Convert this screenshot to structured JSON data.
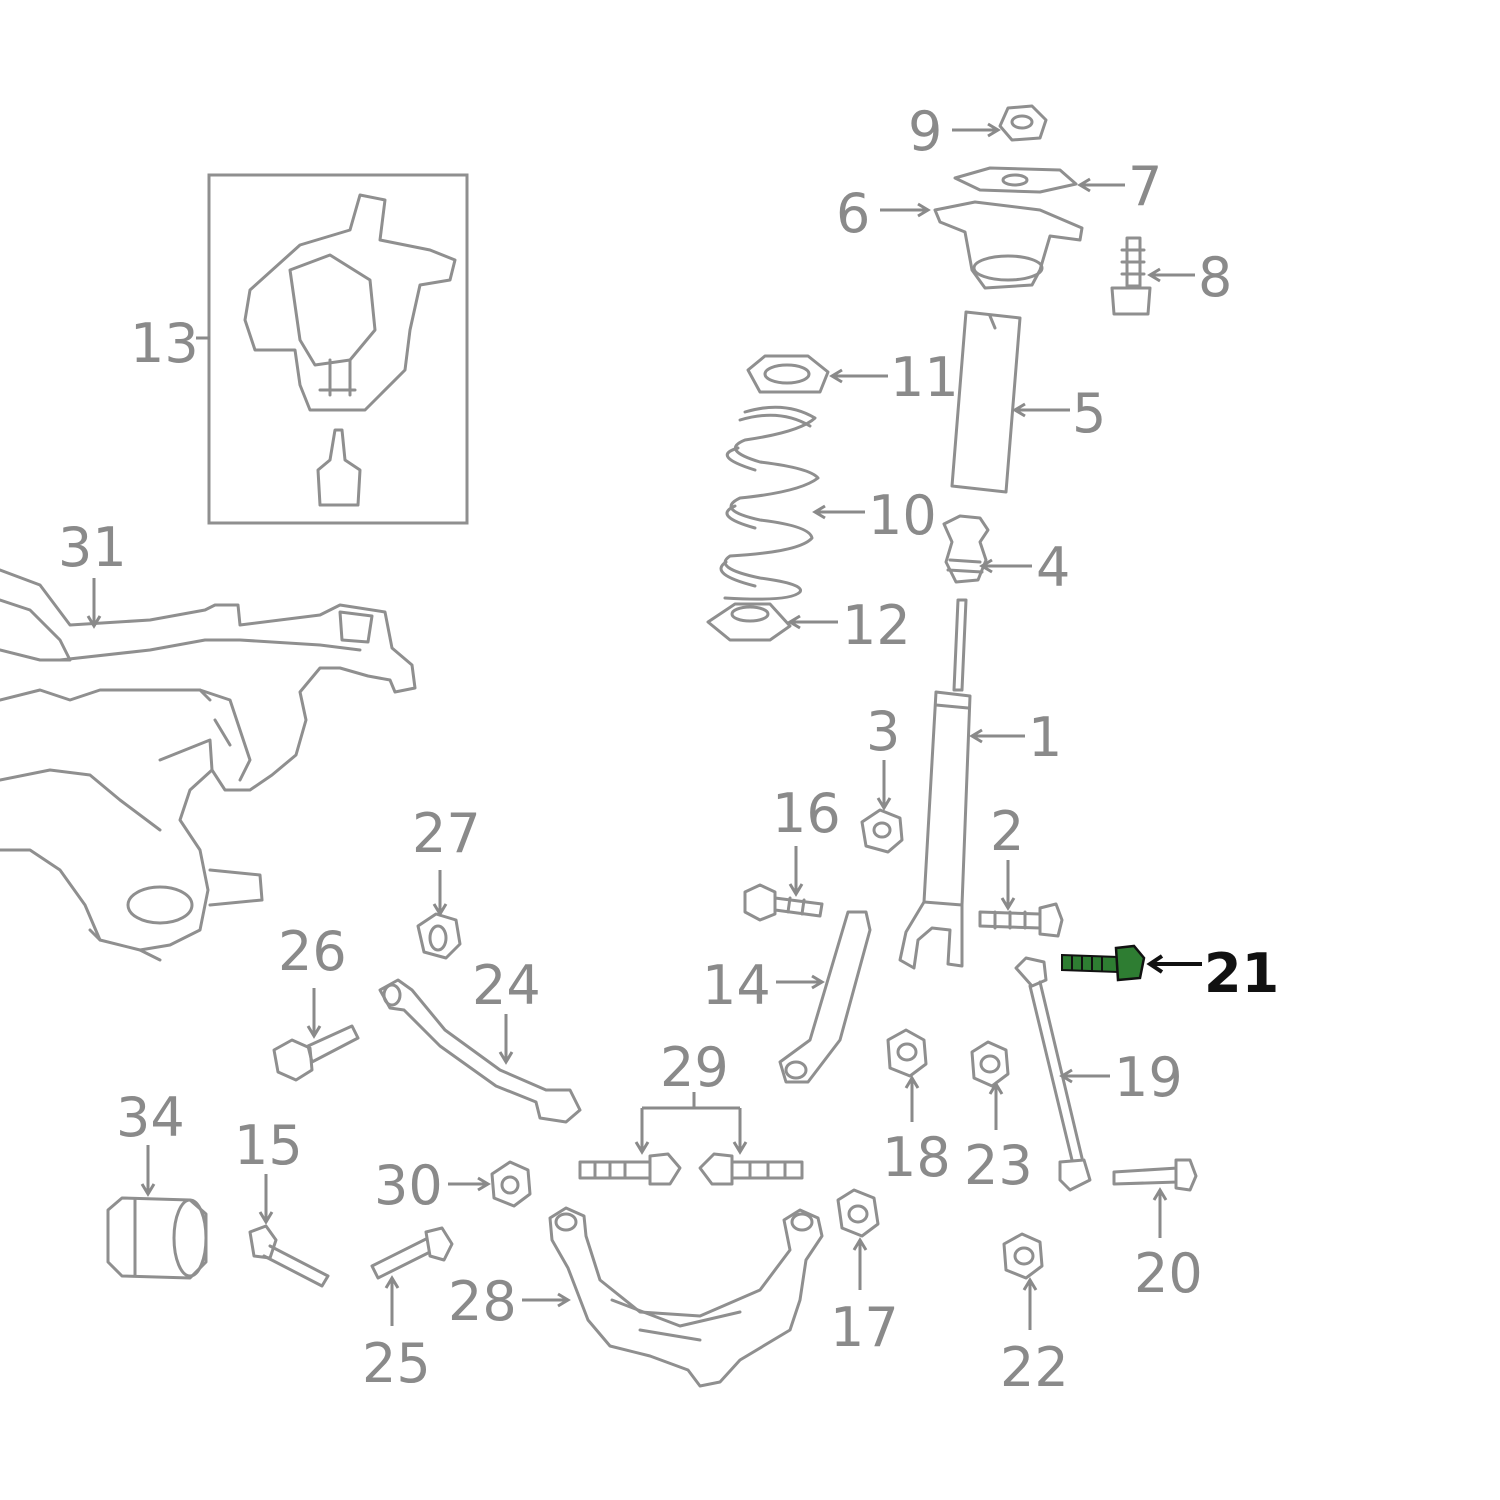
{
  "labels": [
    {
      "id": "1",
      "text": "1"
    },
    {
      "id": "2",
      "text": "2"
    },
    {
      "id": "3",
      "text": "3"
    },
    {
      "id": "4",
      "text": "4"
    },
    {
      "id": "5",
      "text": "5"
    },
    {
      "id": "6",
      "text": "6"
    },
    {
      "id": "7",
      "text": "7"
    },
    {
      "id": "8",
      "text": "8"
    },
    {
      "id": "9",
      "text": "9"
    },
    {
      "id": "10",
      "text": "10"
    },
    {
      "id": "11",
      "text": "11"
    },
    {
      "id": "12",
      "text": "12"
    },
    {
      "id": "13",
      "text": "13"
    },
    {
      "id": "14",
      "text": "14"
    },
    {
      "id": "15",
      "text": "15"
    },
    {
      "id": "16",
      "text": "16"
    },
    {
      "id": "17",
      "text": "17"
    },
    {
      "id": "18",
      "text": "18"
    },
    {
      "id": "19",
      "text": "19"
    },
    {
      "id": "20",
      "text": "20"
    },
    {
      "id": "21",
      "text": "21"
    },
    {
      "id": "22",
      "text": "22"
    },
    {
      "id": "23",
      "text": "23"
    },
    {
      "id": "24",
      "text": "24"
    },
    {
      "id": "25",
      "text": "25"
    },
    {
      "id": "26",
      "text": "26"
    },
    {
      "id": "27",
      "text": "27"
    },
    {
      "id": "28",
      "text": "28"
    },
    {
      "id": "29",
      "text": "29"
    },
    {
      "id": "30",
      "text": "30"
    },
    {
      "id": "31",
      "text": "31"
    },
    {
      "id": "34",
      "text": "34"
    }
  ],
  "highlight": {
    "part": "21",
    "color": "#2e7d32"
  },
  "colors": {
    "line": "#8f8f8f",
    "label": "#8a8a8a",
    "highlight_label": "#111111"
  }
}
